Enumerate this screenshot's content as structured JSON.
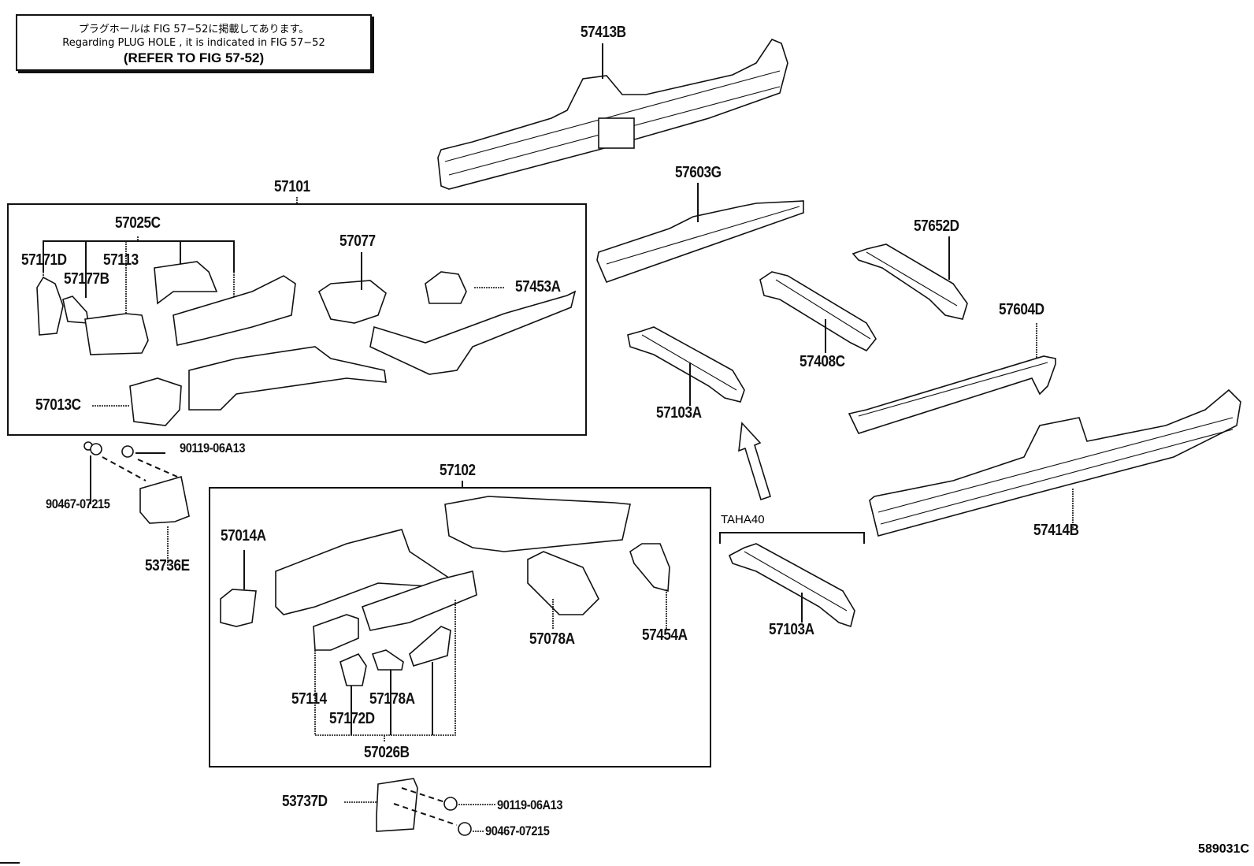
{
  "note": {
    "line_jp": "プラグホールは FIG 57−52に掲載してあります。",
    "line_en": "Regarding  PLUG  HOLE , it is indicated in FIG  57−52",
    "line_ref": "(REFER  TO  FIG  57-52)"
  },
  "figure_id": "589031C",
  "variant_label": "TAHA40",
  "groups": {
    "g57101": "57101",
    "g57102": "57102",
    "g57025C": "57025C",
    "g57026B": "57026B"
  },
  "parts": {
    "p57413B": "57413B",
    "p57603G": "57603G",
    "p57652D": "57652D",
    "p57604D": "57604D",
    "p57408C": "57408C",
    "p57103A_top": "57103A",
    "p57103A_bot": "57103A",
    "p57414B": "57414B",
    "p57171D": "57171D",
    "p57113": "57113",
    "p57177B": "57177B",
    "p57077": "57077",
    "p57453A": "57453A",
    "p57013C": "57013C",
    "p90119_top": "90119-06A13",
    "p90467_top": "90467-07215",
    "p53736E": "53736E",
    "p57014A": "57014A",
    "p57078A": "57078A",
    "p57454A": "57454A",
    "p57114": "57114",
    "p57172D": "57172D",
    "p57178A": "57178A",
    "p53737D": "53737D",
    "p90119_bot": "90119-06A13",
    "p90467_bot": "90467-07215"
  }
}
